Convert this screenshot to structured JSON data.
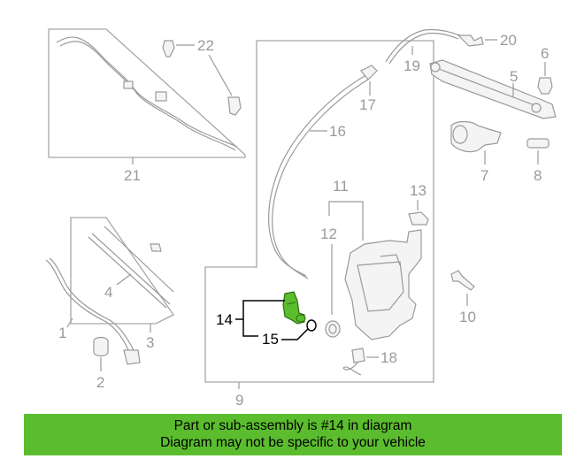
{
  "colors": {
    "highlight": "#5bbd2e",
    "banner": "#5bbd2e",
    "line": "#9a9a9a"
  },
  "callouts": {
    "c1": "1",
    "c2": "2",
    "c3": "3",
    "c4": "4",
    "c5": "5",
    "c6": "6",
    "c7": "7",
    "c8": "8",
    "c9": "9",
    "c10": "10",
    "c11": "11",
    "c12": "12",
    "c13": "13",
    "c14": "14",
    "c15": "15",
    "c16": "16",
    "c17": "17",
    "c18": "18",
    "c19": "19",
    "c20": "20",
    "c21": "21",
    "c22": "22"
  },
  "highlighted_part": "14",
  "banner": {
    "line1": "Part or sub-assembly is #14 in diagram",
    "line2": "Diagram may not be specific to your vehicle"
  }
}
